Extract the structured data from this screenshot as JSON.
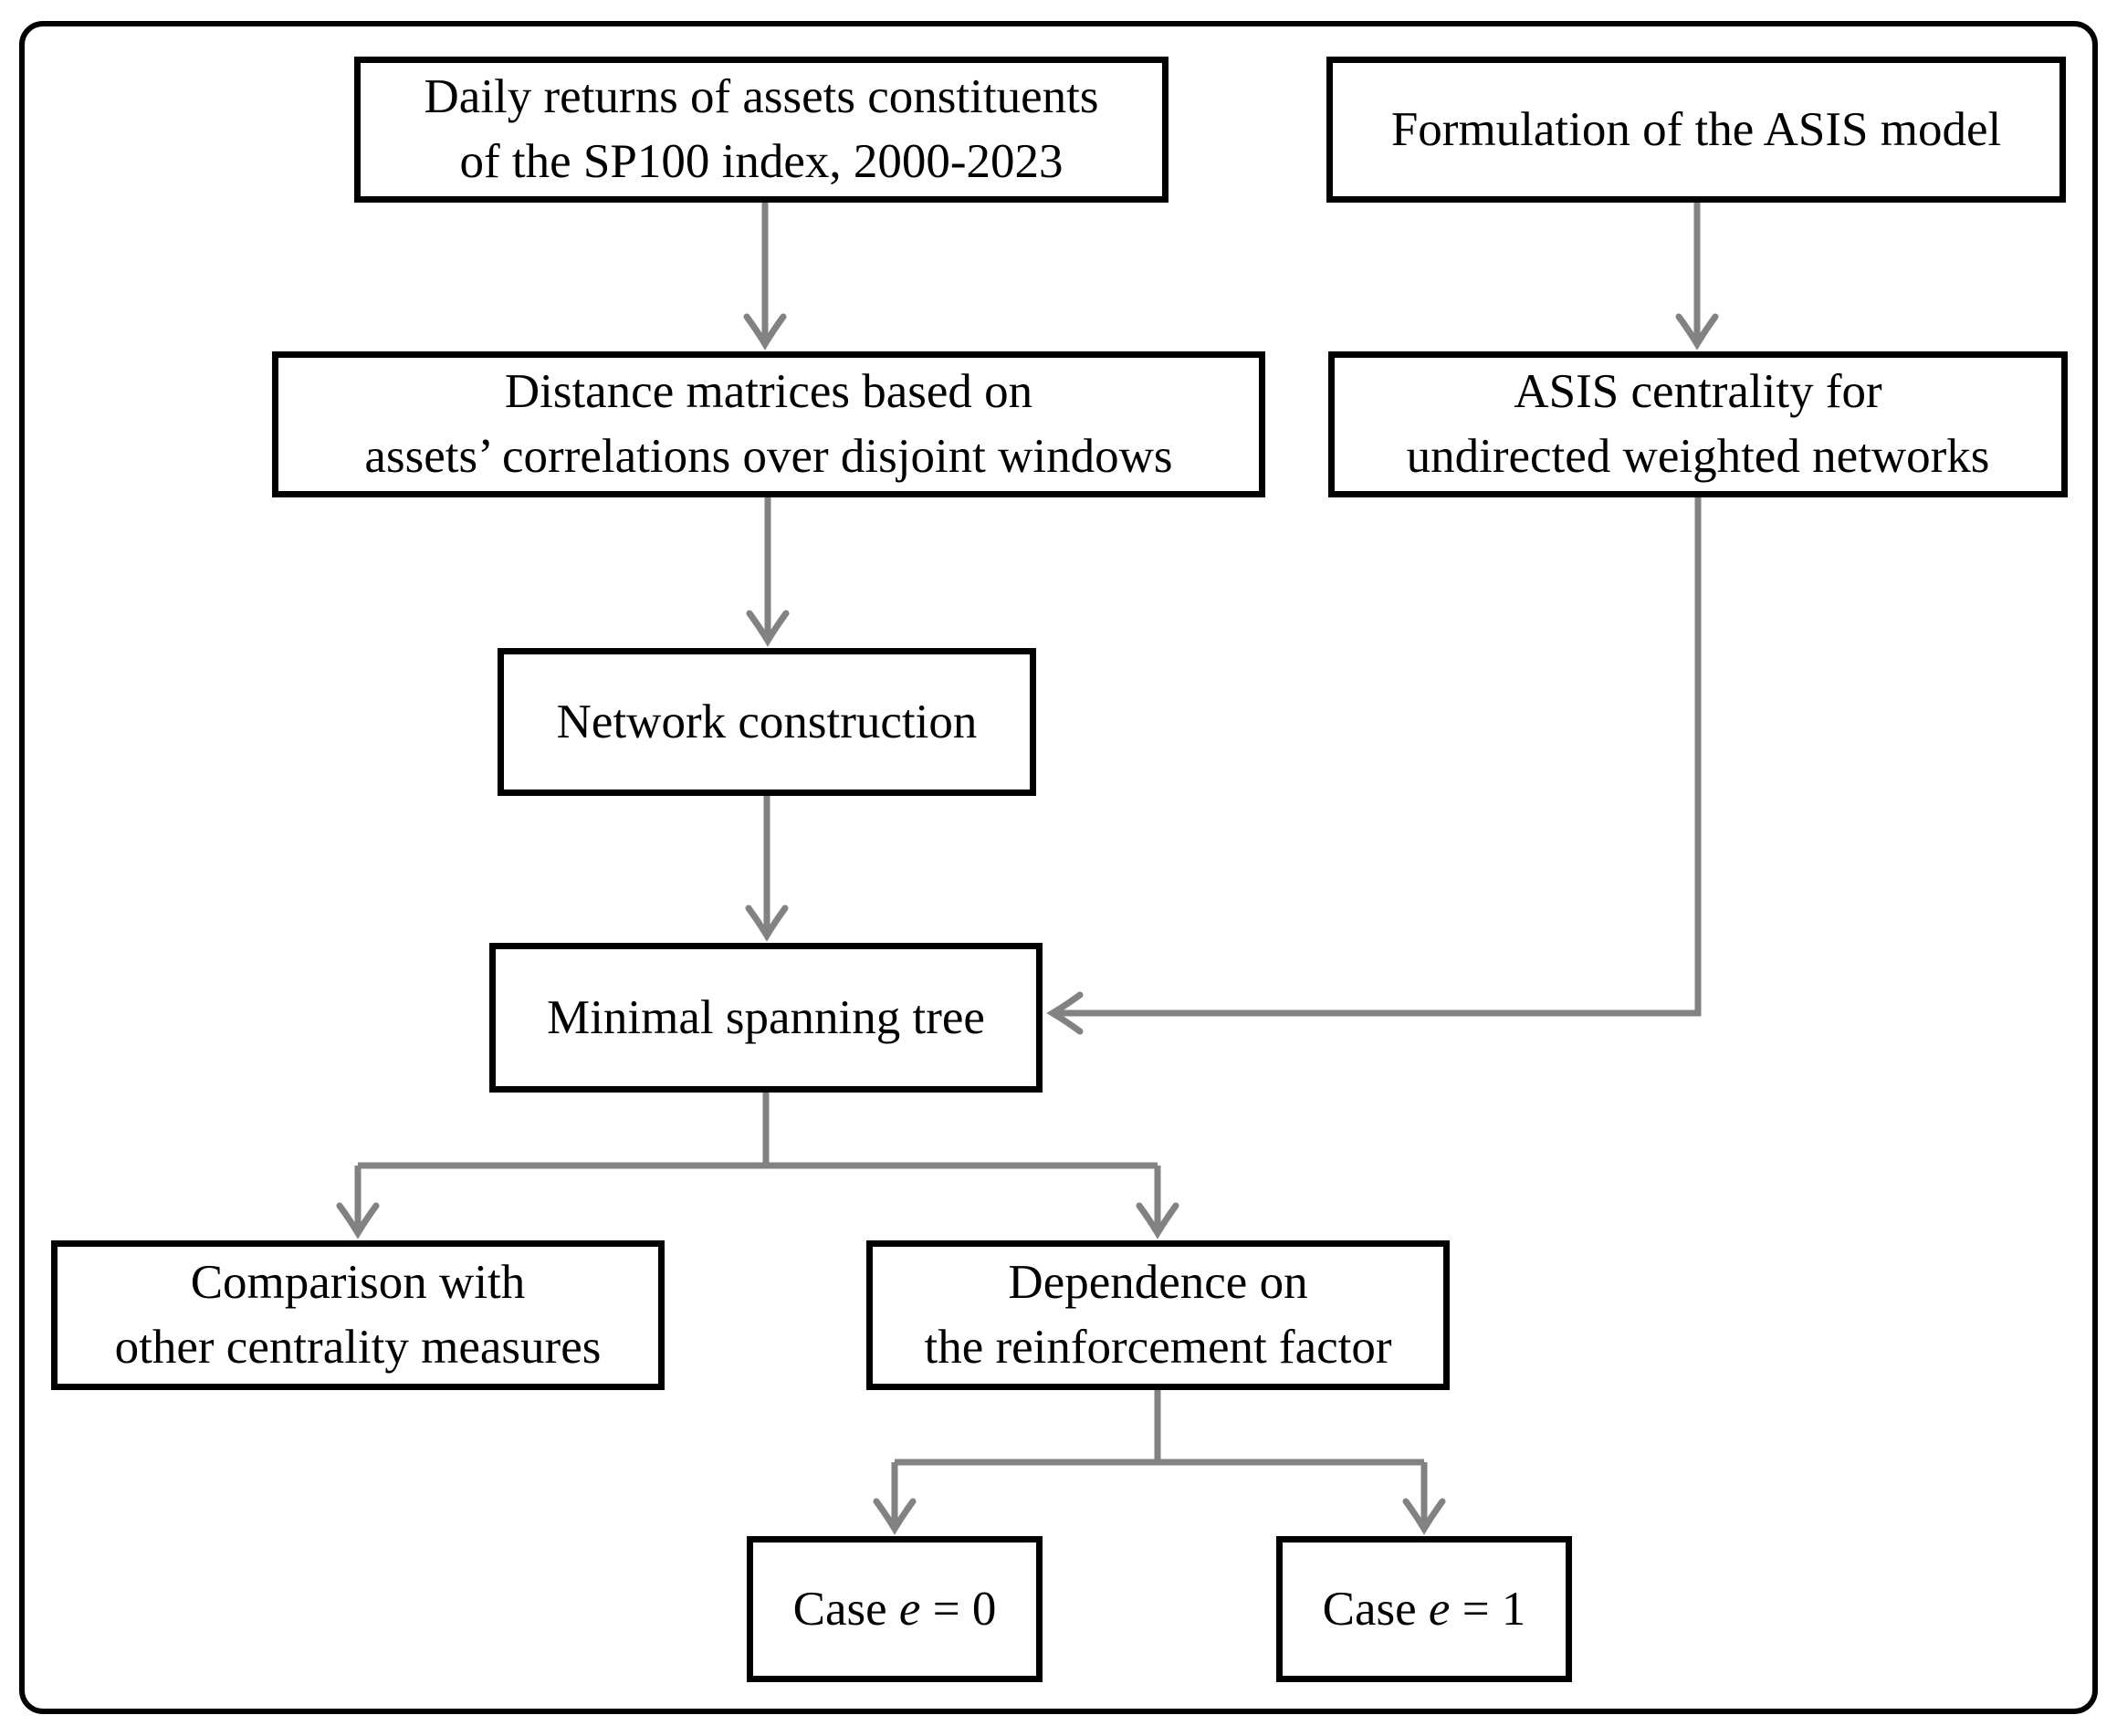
{
  "diagram": {
    "type": "flowchart",
    "colors": {
      "background": "#ffffff",
      "box_border": "#000000",
      "text": "#000000",
      "arrow": "#828282"
    },
    "nodes": [
      {
        "id": "daily-returns",
        "lines": [
          "Daily returns of assets constituents",
          "of the SP100 index, 2000-2023"
        ]
      },
      {
        "id": "asis-formulation",
        "lines": [
          "Formulation of the ASIS model"
        ]
      },
      {
        "id": "distance-matrices",
        "lines": [
          "Distance matrices based on",
          "assets’ correlations over disjoint windows"
        ]
      },
      {
        "id": "asis-centrality",
        "lines": [
          "ASIS centrality for",
          "undirected weighted networks"
        ]
      },
      {
        "id": "network-construction",
        "lines": [
          "Network construction"
        ]
      },
      {
        "id": "minimal-spanning-tree",
        "lines": [
          "Minimal spanning tree"
        ]
      },
      {
        "id": "comparison",
        "lines": [
          "Comparison with",
          "other centrality measures"
        ]
      },
      {
        "id": "dependence",
        "lines": [
          "Dependence on",
          "the reinforcement factor"
        ]
      },
      {
        "id": "case-e0",
        "prefix": "Case ",
        "var": "e",
        "suffix": " = 0"
      },
      {
        "id": "case-e1",
        "prefix": "Case ",
        "var": "e",
        "suffix": " = 1"
      }
    ],
    "edges": [
      {
        "from": "daily-returns",
        "to": "distance-matrices"
      },
      {
        "from": "asis-formulation",
        "to": "asis-centrality"
      },
      {
        "from": "distance-matrices",
        "to": "network-construction"
      },
      {
        "from": "network-construction",
        "to": "minimal-spanning-tree"
      },
      {
        "from": "asis-centrality",
        "to": "minimal-spanning-tree"
      },
      {
        "from": "minimal-spanning-tree",
        "to": "comparison"
      },
      {
        "from": "minimal-spanning-tree",
        "to": "dependence"
      },
      {
        "from": "dependence",
        "to": "case-e0"
      },
      {
        "from": "dependence",
        "to": "case-e1"
      }
    ]
  }
}
